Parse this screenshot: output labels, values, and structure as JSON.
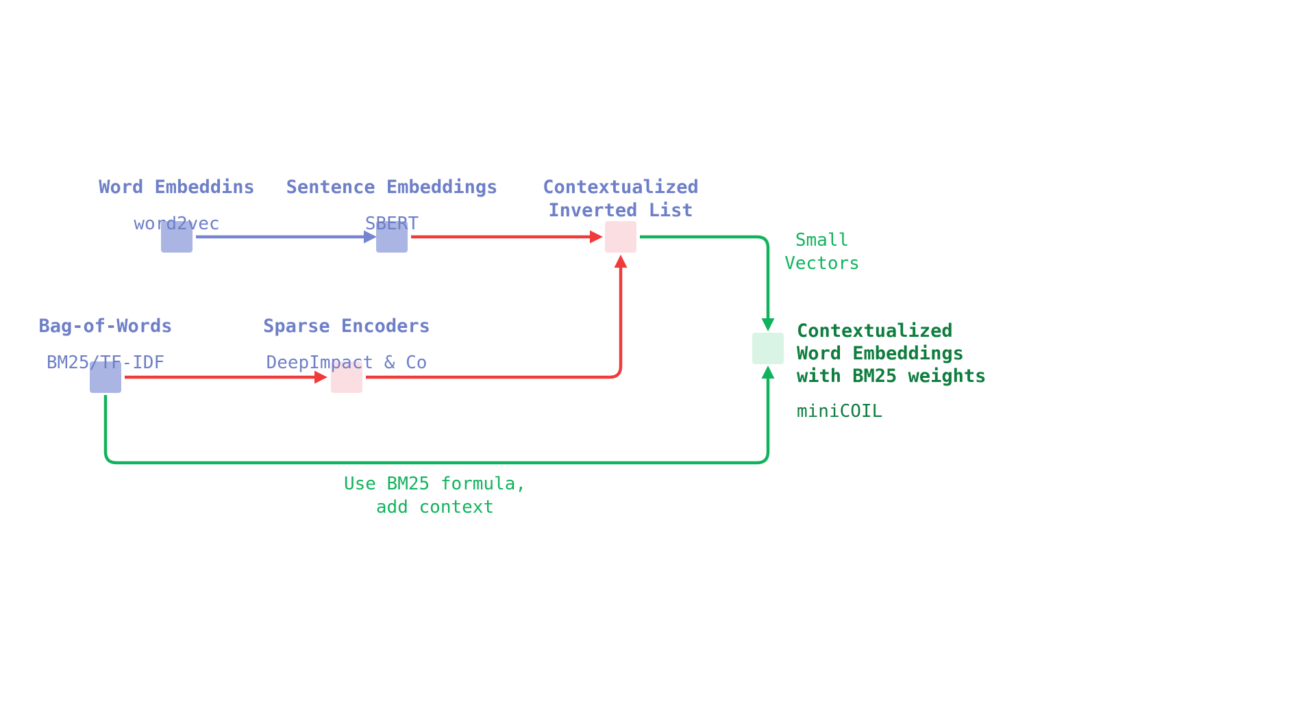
{
  "colors": {
    "background": "#ffffff",
    "purple_text": "#6e7fc8",
    "purple_fill": "#aab5e4",
    "purple_line": "#7585d0",
    "red_line": "#ef3b3a",
    "pink_fill": "#fbdee2",
    "green_line": "#10b35c",
    "green_text": "#10b35c",
    "green_dark_text": "#0e7d3e",
    "green_fill": "#d9f4e4"
  },
  "nodes": {
    "word_embeddings": {
      "title": "Word Embeddins",
      "subtitle": "word2vec"
    },
    "sentence_embeddings": {
      "title": "Sentence Embeddings",
      "subtitle": "SBERT"
    },
    "contextualized_inverted_list": {
      "title": "Contextualized\nInverted List"
    },
    "bag_of_words": {
      "title": "Bag-of-Words",
      "subtitle": "BM25/TF-IDF"
    },
    "sparse_encoders": {
      "title": "Sparse Encoders",
      "subtitle": "DeepImpact & Co"
    },
    "minicoil": {
      "title": "Contextualized\nWord Embeddings\nwith BM25 weights",
      "subtitle": "miniCOIL"
    }
  },
  "annotations": {
    "small_vectors": "Small\nVectors",
    "use_bm25": "Use BM25 formula,\nadd context"
  }
}
